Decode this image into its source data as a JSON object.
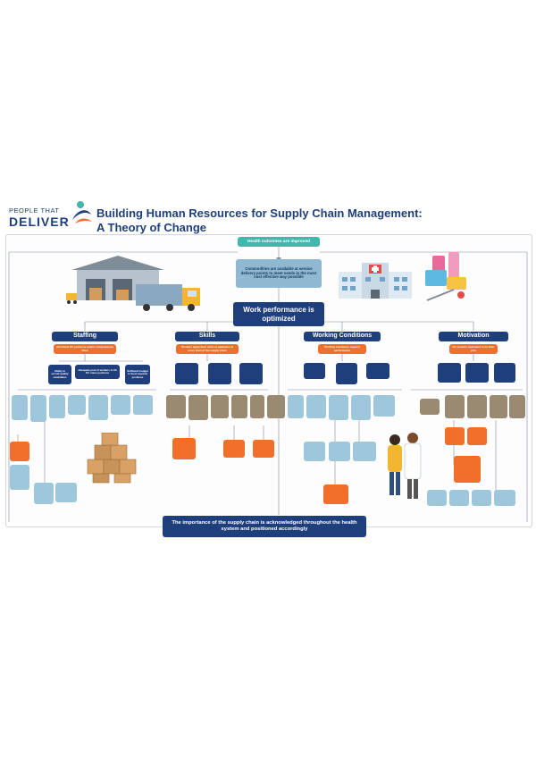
{
  "brand": {
    "logo_top": "PEOPLE THAT",
    "logo_main": "DELIVER",
    "colors": {
      "navy": "#1f3e7c",
      "teal": "#43b6ad",
      "orange": "#f26f2b",
      "sky": "#9ec7dc",
      "taupe": "#9b8a72"
    }
  },
  "title": {
    "line1": "Building Human Resources for Supply Chain Management:",
    "line2": "A Theory of Change"
  },
  "top": {
    "health_outcomes": "Health outcomes are improved",
    "commodities": "Commodities are available at service delivery points to meet needs in the most cost effective way possible",
    "work_performance": "Work performance is optimized"
  },
  "pillars": [
    {
      "label": "Staffing",
      "sub": "All critical SC positions and/or competencies filled"
    },
    {
      "label": "Skills",
      "sub": "Workers apply their skills or aptitudes at every level of the supply chain"
    },
    {
      "label": "Working Conditions",
      "sub": "Working conditions support performance"
    },
    {
      "label": "Motivation",
      "sub": "SC workers motivated to do their jobs"
    }
  ],
  "staffing": {
    "level2": [
      "Ability to recruit quality candidates",
      "Adequate pool of workers to fill SC roles/ positions",
      "Sufficient budget to fund required positions"
    ]
  },
  "bottom_banner": "The importance of the supply chain is acknowledged throughout the health system and positioned accordingly",
  "icons": [
    "warehouse-icon",
    "truck-icon",
    "hospital-icon",
    "medicine-icon",
    "boxes-icon",
    "health-workers-icon"
  ]
}
